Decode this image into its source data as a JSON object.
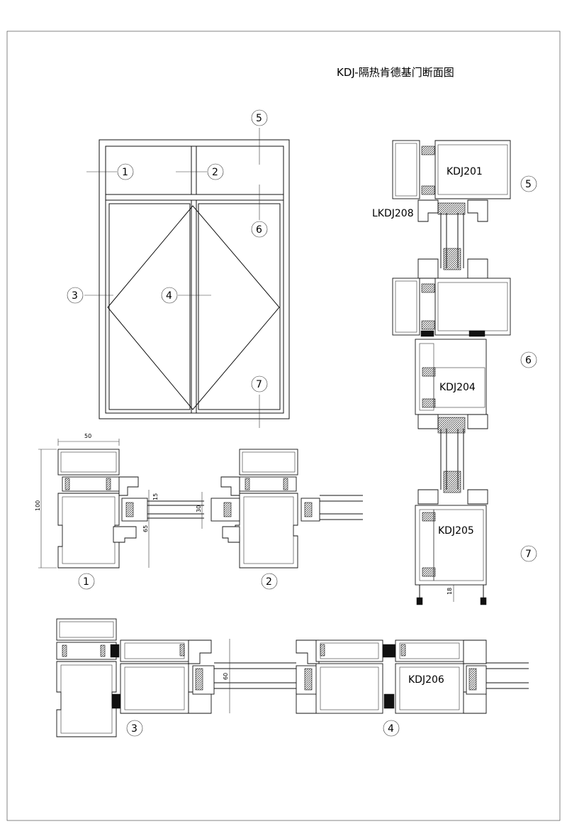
{
  "title": "KDJ-隔热肯德基门断面图",
  "callouts": [
    "1",
    "2",
    "3",
    "4",
    "5",
    "6",
    "7"
  ],
  "profiles": {
    "kdj201": "KDJ201",
    "lkdj208": "LKDJ208",
    "kdj204": "KDJ204",
    "kdj205": "KDJ205",
    "kdj206": "KDJ206"
  },
  "dimensions": {
    "width_50": "50",
    "height_100": "100",
    "dim_15": "15",
    "dim_30": "30",
    "dim_65": "65",
    "dim_18": "18",
    "dim_60": "60"
  },
  "colors": {
    "line": "#111111",
    "background": "#ffffff"
  }
}
